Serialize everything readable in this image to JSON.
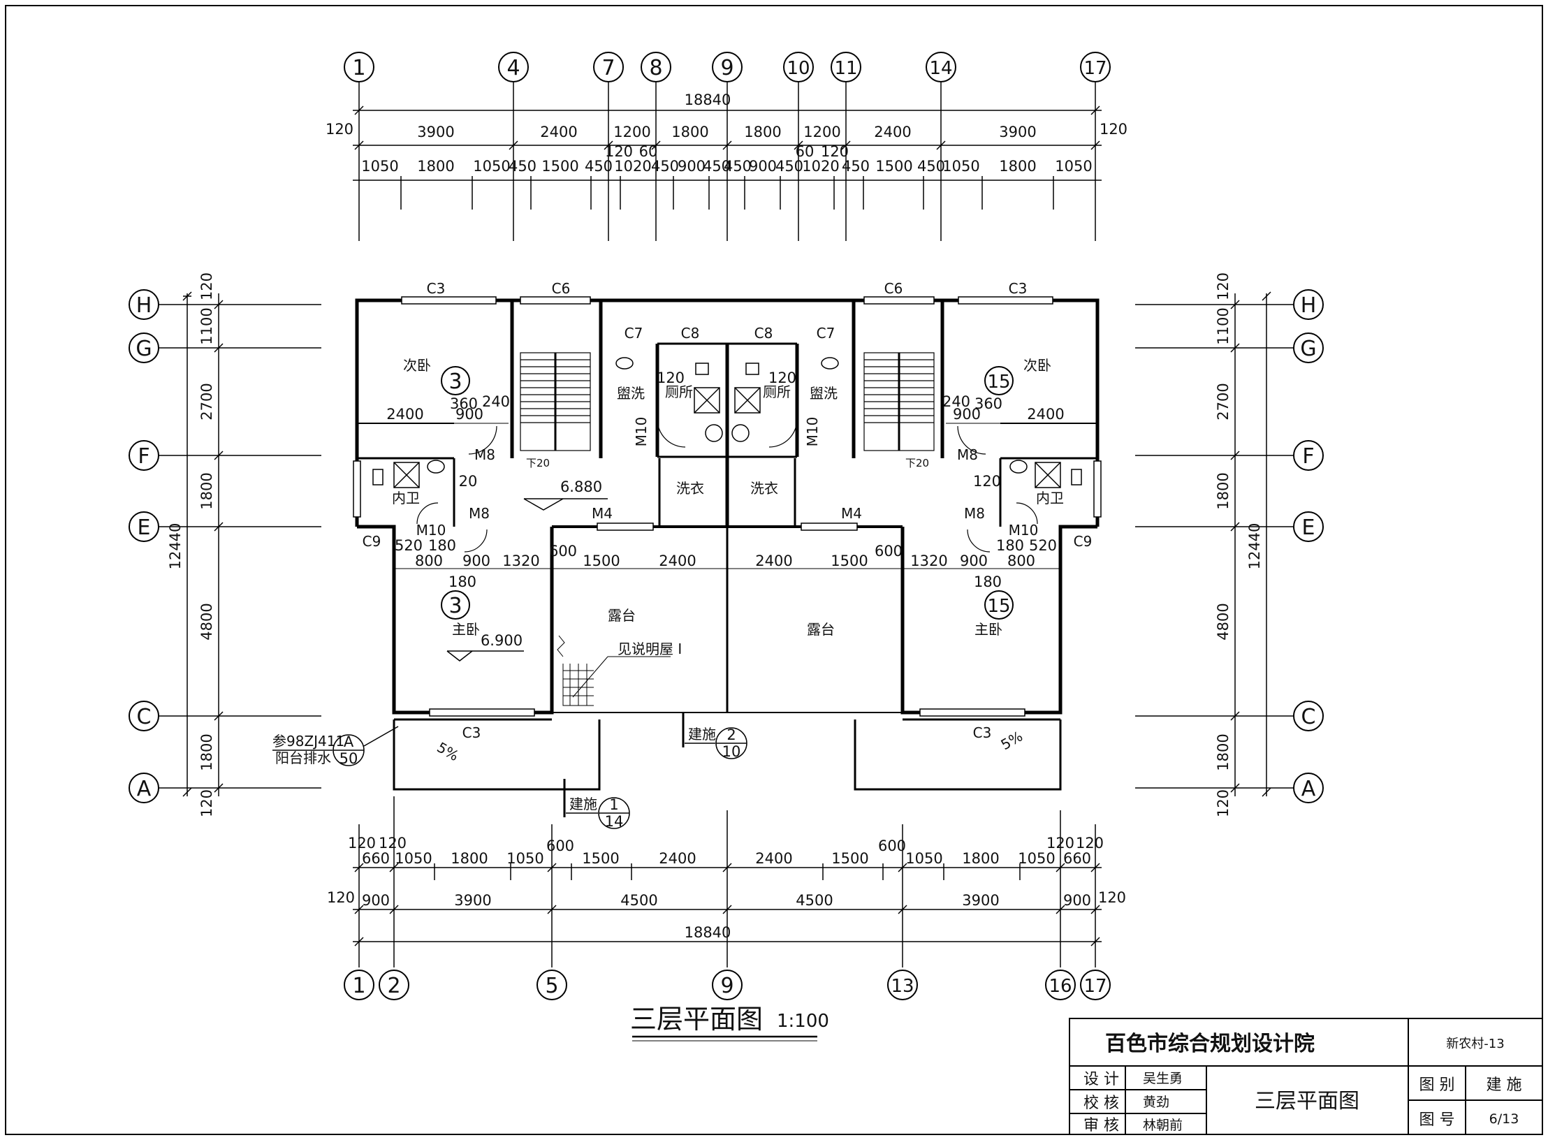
{
  "top_axes": [
    "1",
    "4",
    "7",
    "8",
    "9",
    "10",
    "11",
    "14",
    "17"
  ],
  "bottom_axes": [
    "1",
    "2",
    "5",
    "9",
    "13",
    "16",
    "17"
  ],
  "side_axes": [
    "H",
    "G",
    "F",
    "E",
    "C",
    "A"
  ],
  "top_total": "18840",
  "top_row1": [
    "120",
    "3900",
    "2400",
    "1200",
    "1800",
    "1800",
    "1200",
    "2400",
    "3900",
    "120"
  ],
  "top_row2": [
    "1050",
    "1800",
    "1050",
    "450",
    "1500",
    "450",
    "1020",
    "450",
    "900",
    "450",
    "450",
    "900",
    "450",
    "1020",
    "450",
    "1500",
    "450",
    "1050",
    "1800",
    "1050"
  ],
  "top_row2_extra": [
    "120",
    "60",
    "60",
    "120"
  ],
  "bot_row1": [
    "120",
    "120",
    "660",
    "1050",
    "1800",
    "1050",
    "600",
    "1500",
    "2400",
    "2400",
    "1500",
    "600",
    "1050",
    "1800",
    "1050",
    "120",
    "120",
    "660"
  ],
  "bot_row2": [
    "120",
    "900",
    "3900",
    "4500",
    "4500",
    "3900",
    "900",
    "120"
  ],
  "bot_total": "18840",
  "side_dims": [
    "120",
    "1100",
    "2700",
    "1800",
    "12440",
    "4800",
    "1800",
    "120"
  ],
  "rooms": {
    "second_bed": "次卧",
    "washbasin": "盥洗",
    "toilet": "厕所",
    "laundry": "洗衣",
    "inner_bath": "内卫",
    "master_bed": "主卧",
    "terrace": "露台",
    "down": "下20"
  },
  "labels": {
    "c3": "C3",
    "c6": "C6",
    "c7": "C7",
    "c8": "C8",
    "c9": "C9",
    "m4": "M4",
    "m8": "M8",
    "m10": "M10",
    "elev1": "6.880",
    "elev2": "6.900",
    "slope": "5%",
    "see_note": "见说明屋 I",
    "ref_line1": "参98ZJ411",
    "ref_line2": "阳台排水",
    "ref_a": "A",
    "ref_50": "50",
    "jianshi": "建施",
    "det2": "2",
    "det10": "10",
    "det1": "1",
    "det14": "14",
    "d2400": "2400",
    "d900": "900",
    "d360": "360",
    "d240": "240",
    "d120": "120",
    "d20": "20",
    "d520": "520",
    "d180": "180",
    "d800": "800",
    "d1320": "1320",
    "d600": "600",
    "d1500": "1500",
    "sec3": "3",
    "sec15": "15"
  },
  "title": "三层平面图",
  "scale": "1:100",
  "title_block": {
    "company": "百色市综合规划设计院",
    "project": "新农村-13",
    "design_label": "设  计",
    "designer": "吴生勇",
    "check_label": "校  核",
    "checker": "黄劲",
    "review_label": "审  核",
    "reviewer": "林朝前",
    "drawing_name": "三层平面图",
    "category_label": "图  别",
    "category": "建  施",
    "number_label": "图  号",
    "number": "6/13"
  }
}
